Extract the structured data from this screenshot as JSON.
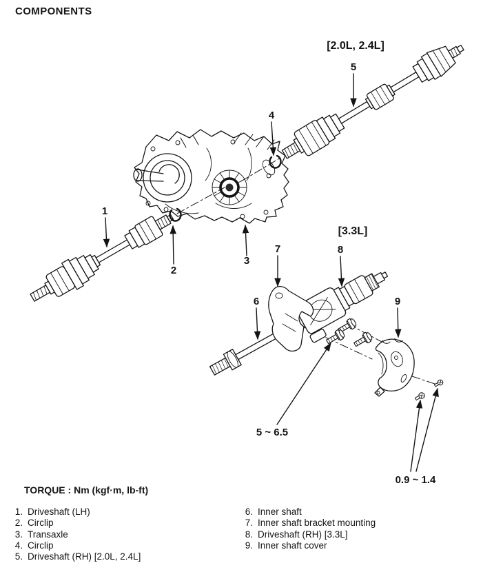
{
  "page": {
    "title": "COMPONENTS"
  },
  "diagram": {
    "engine_variant_top": "[2.0L, 2.4L]",
    "engine_variant_bottom": "[3.3L]",
    "callouts": [
      "1",
      "2",
      "3",
      "4",
      "5",
      "6",
      "7",
      "8",
      "9"
    ],
    "torque_bolt": "5 ~ 6.5",
    "torque_screw": "0.9 ~ 1.4"
  },
  "torque_note": "TORQUE : Nm (kgf·m, lb-ft)",
  "parts_list": {
    "left": [
      {
        "num": "1.",
        "label": "Driveshaft (LH)"
      },
      {
        "num": "2.",
        "label": "Circlip"
      },
      {
        "num": "3.",
        "label": "Transaxle"
      },
      {
        "num": "4.",
        "label": "Circlip"
      },
      {
        "num": "5.",
        "label": "Driveshaft (RH) [2.0L, 2.4L]"
      }
    ],
    "right": [
      {
        "num": "6.",
        "label": "Inner shaft"
      },
      {
        "num": "7.",
        "label": "Inner shaft bracket mounting"
      },
      {
        "num": "8.",
        "label": "Driveshaft (RH) [3.3L]"
      },
      {
        "num": "9.",
        "label": "Inner shaft cover"
      }
    ]
  },
  "colors": {
    "ink": "#141414",
    "background": "#ffffff"
  }
}
